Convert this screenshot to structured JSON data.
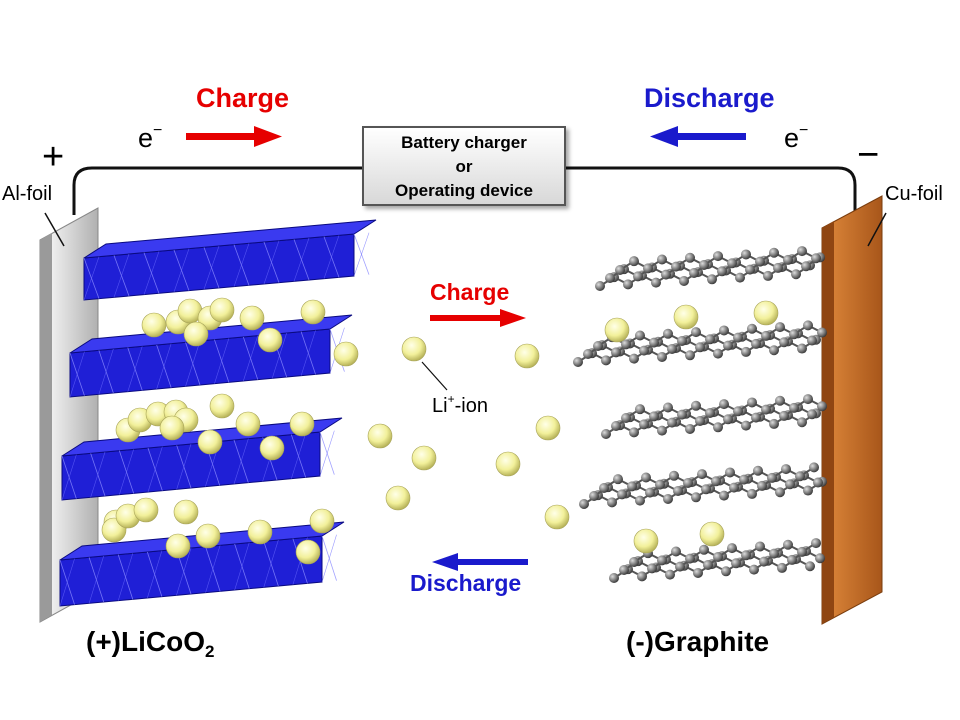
{
  "top": {
    "charge_label": "Charge",
    "discharge_label": "Discharge",
    "electron_left": "e",
    "electron_right": "e",
    "electron_sup": "−"
  },
  "device": {
    "line1": "Battery charger",
    "line2": "or",
    "line3": "Operating device"
  },
  "terminals": {
    "plus": "+",
    "minus": "−",
    "al_foil": "Al-foil",
    "cu_foil": "Cu-foil"
  },
  "middle": {
    "charge_label": "Charge",
    "discharge_label": "Discharge",
    "ion_label_main": "Li",
    "ion_label_sup": "+",
    "ion_label_tail": "-ion"
  },
  "bottom": {
    "cathode_prefix": "(+)LiCoO",
    "cathode_sub": "2",
    "anode": "(-)Graphite"
  },
  "colors": {
    "charge": "#e60000",
    "discharge": "#1a1acc",
    "cathode_layer": "#1f1fd6",
    "li_ion": "#f2f09a",
    "al_foil": "#c8c8c8",
    "cu_foil": "#c26a1e",
    "graphite": "#555555"
  }
}
